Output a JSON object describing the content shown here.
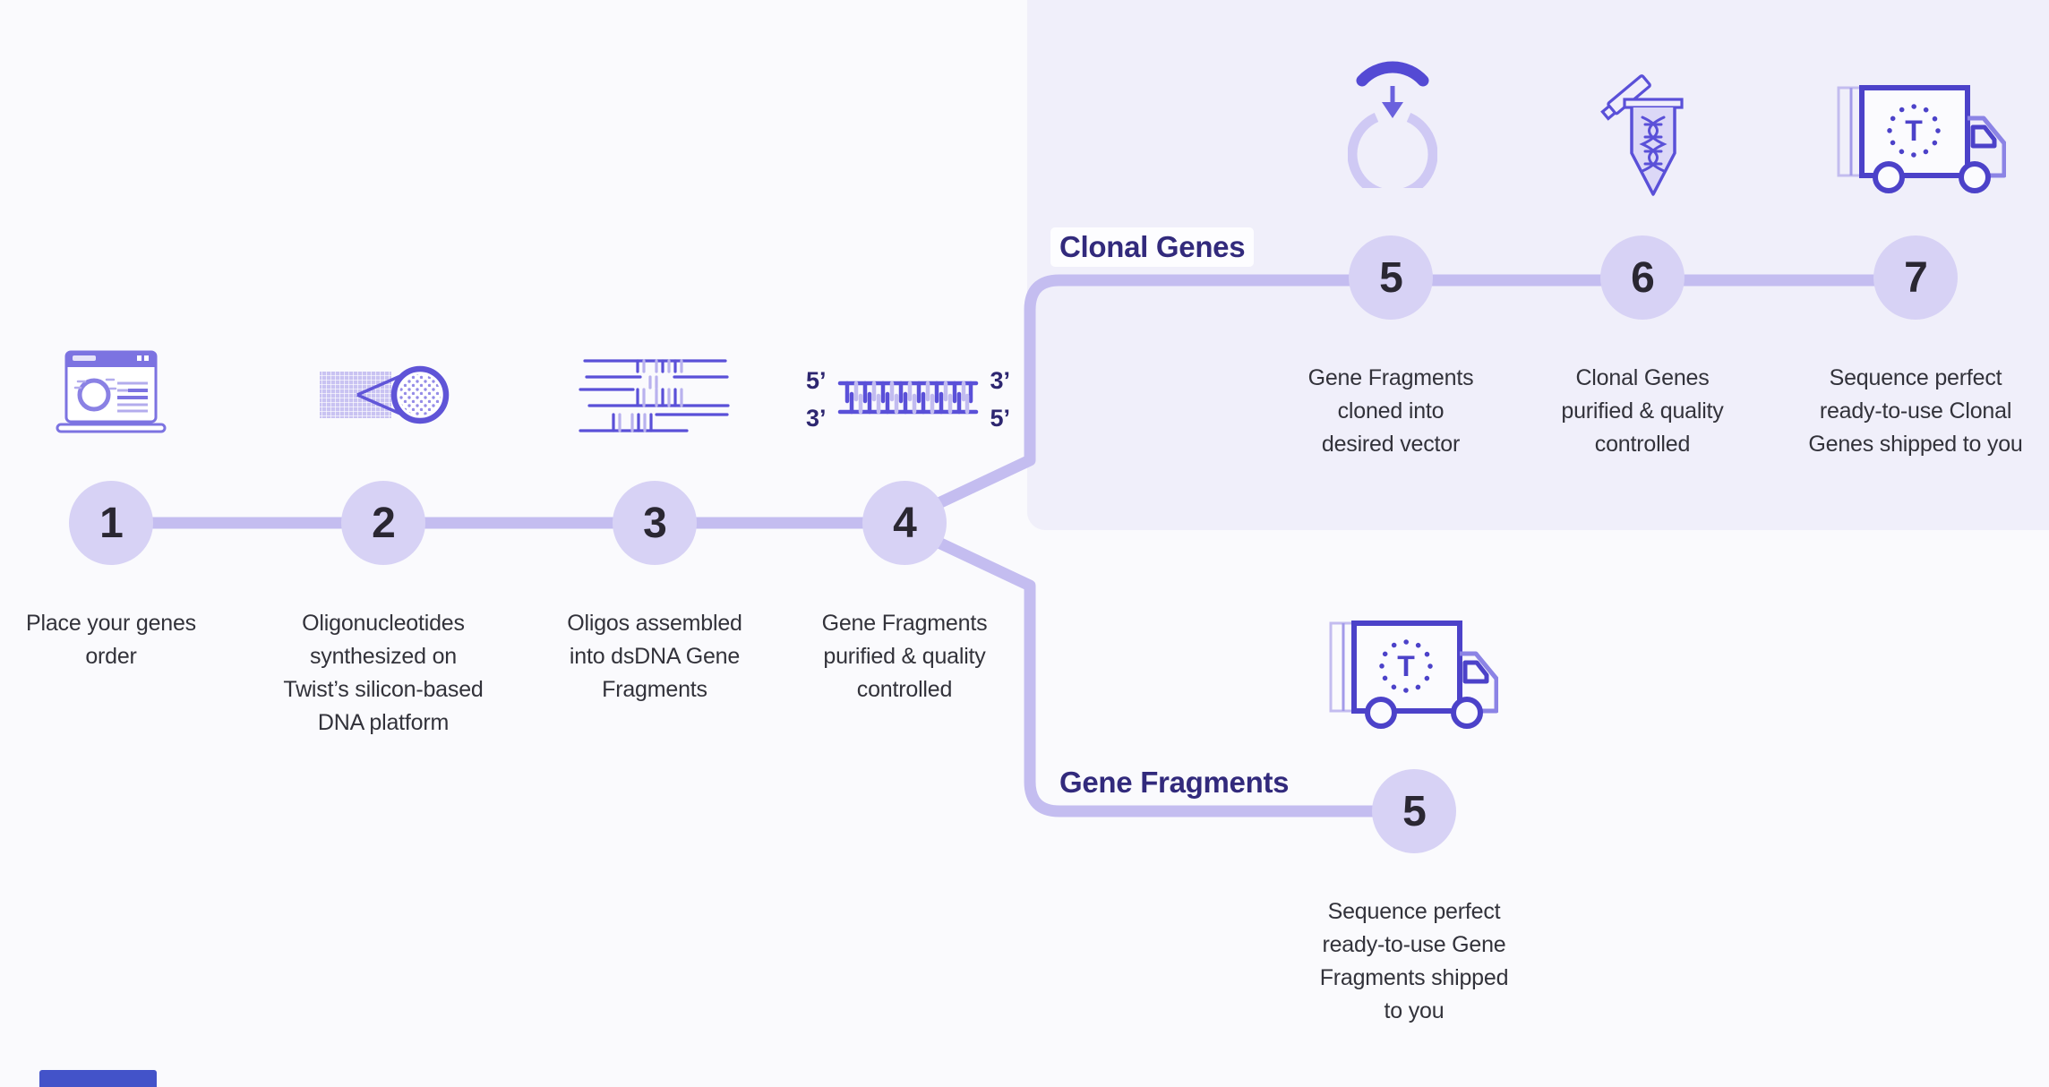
{
  "colors": {
    "background": "#fafafd",
    "panel": "#f0effa",
    "line": "#c4bdf0",
    "circle": "#d7d2f5",
    "number": "#2a2732",
    "icon_primary": "#5a50d8",
    "icon_light": "#b9b2ee",
    "branch_label": "#322a7c",
    "caption": "#32323a"
  },
  "main": {
    "steps": [
      {
        "number": "1",
        "caption": "Place your genes\norder",
        "icon": "laptop-order-icon"
      },
      {
        "number": "2",
        "caption": "Oligonucleotides\nsynthesized on\nTwist’s silicon-based\nDNA platform",
        "icon": "silicon-chip-icon"
      },
      {
        "number": "3",
        "caption": "Oligos assembled\ninto dsDNA Gene\nFragments",
        "icon": "oligo-assembly-icon"
      },
      {
        "number": "4",
        "caption": "Gene Fragments\npurified & quality\ncontrolled",
        "icon": "dsdna-fragment-icon"
      }
    ]
  },
  "clonal": {
    "label": "Clonal Genes",
    "steps": [
      {
        "number": "5",
        "caption": "Gene Fragments\ncloned into\ndesired vector",
        "icon": "vector-cloning-icon"
      },
      {
        "number": "6",
        "caption": "Clonal Genes\npurified & quality\ncontrolled",
        "icon": "tube-qc-icon"
      },
      {
        "number": "7",
        "caption": "Sequence perfect\nready-to-use Clonal\nGenes shipped to you",
        "icon": "delivery-truck-icon"
      }
    ]
  },
  "fragments": {
    "label": "Gene Fragments",
    "steps": [
      {
        "number": "5",
        "caption": "Sequence perfect\nready-to-use Gene\nFragments shipped\nto you",
        "icon": "delivery-truck-icon"
      }
    ]
  },
  "dna_ends": {
    "top_left": "5’",
    "top_right": "3’",
    "bottom_left": "3’",
    "bottom_right": "5’"
  },
  "truck_logo": "T"
}
